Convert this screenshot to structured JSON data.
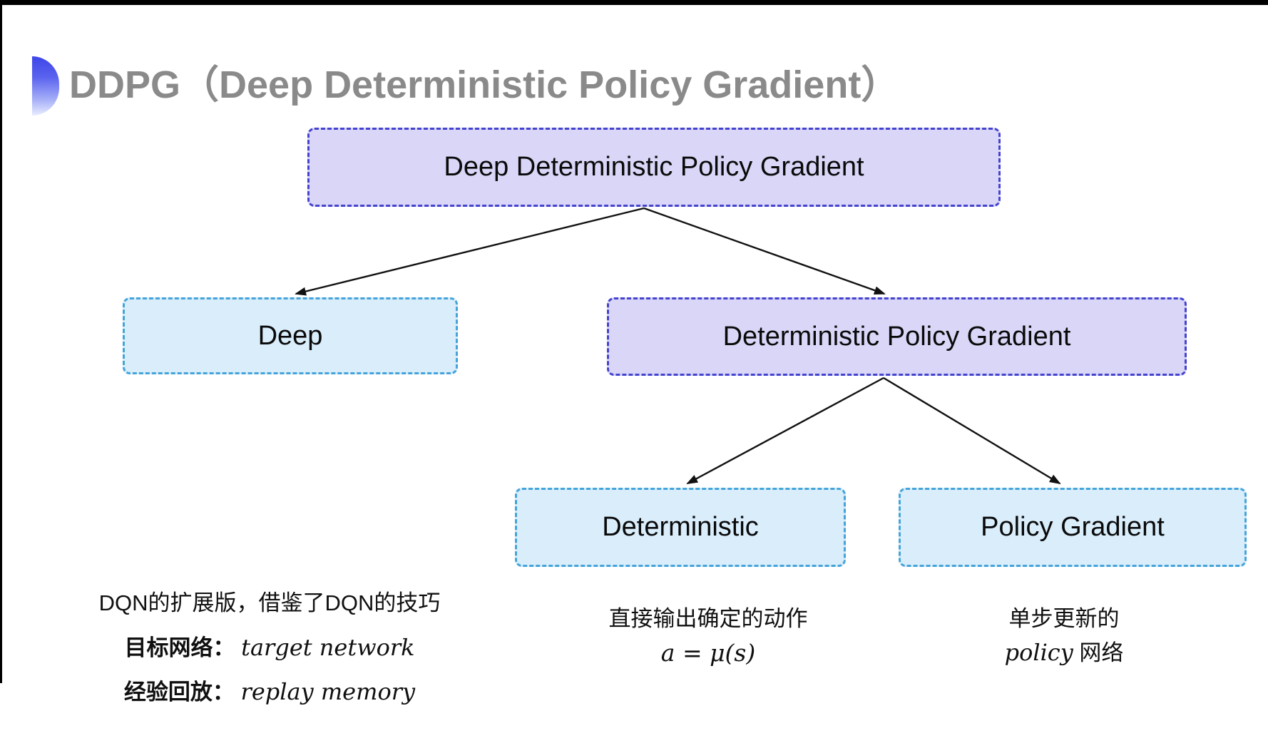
{
  "title": "DDPG（Deep Deterministic Policy Gradient）",
  "tree": {
    "root": {
      "label": "Deep Deterministic Policy Gradient"
    },
    "deep": {
      "label": "Deep"
    },
    "dpg": {
      "label": "Deterministic Policy Gradient"
    },
    "deterministic": {
      "label": "Deterministic"
    },
    "policy_gradient": {
      "label": "Policy Gradient"
    }
  },
  "notes": {
    "deep": {
      "line1": "DQN的扩展版，借鉴了DQN的技巧",
      "target_label": "目标网络：",
      "target_value": "target network",
      "replay_label": "经验回放：",
      "replay_value": "replay memory"
    },
    "deterministic": {
      "line1": "直接输出确定的动作",
      "formula": "a = μ(s)"
    },
    "policy_gradient": {
      "line1": "单步更新的",
      "word_italic": "policy",
      "word_rest": " 网络"
    }
  },
  "colors": {
    "purple_fill": "#d9d6f7",
    "purple_border": "#4443cf",
    "cyan_fill": "#d9edfb",
    "cyan_border": "#44a4da",
    "title_gray": "#8a8a8a",
    "arrow": "#111111"
  }
}
